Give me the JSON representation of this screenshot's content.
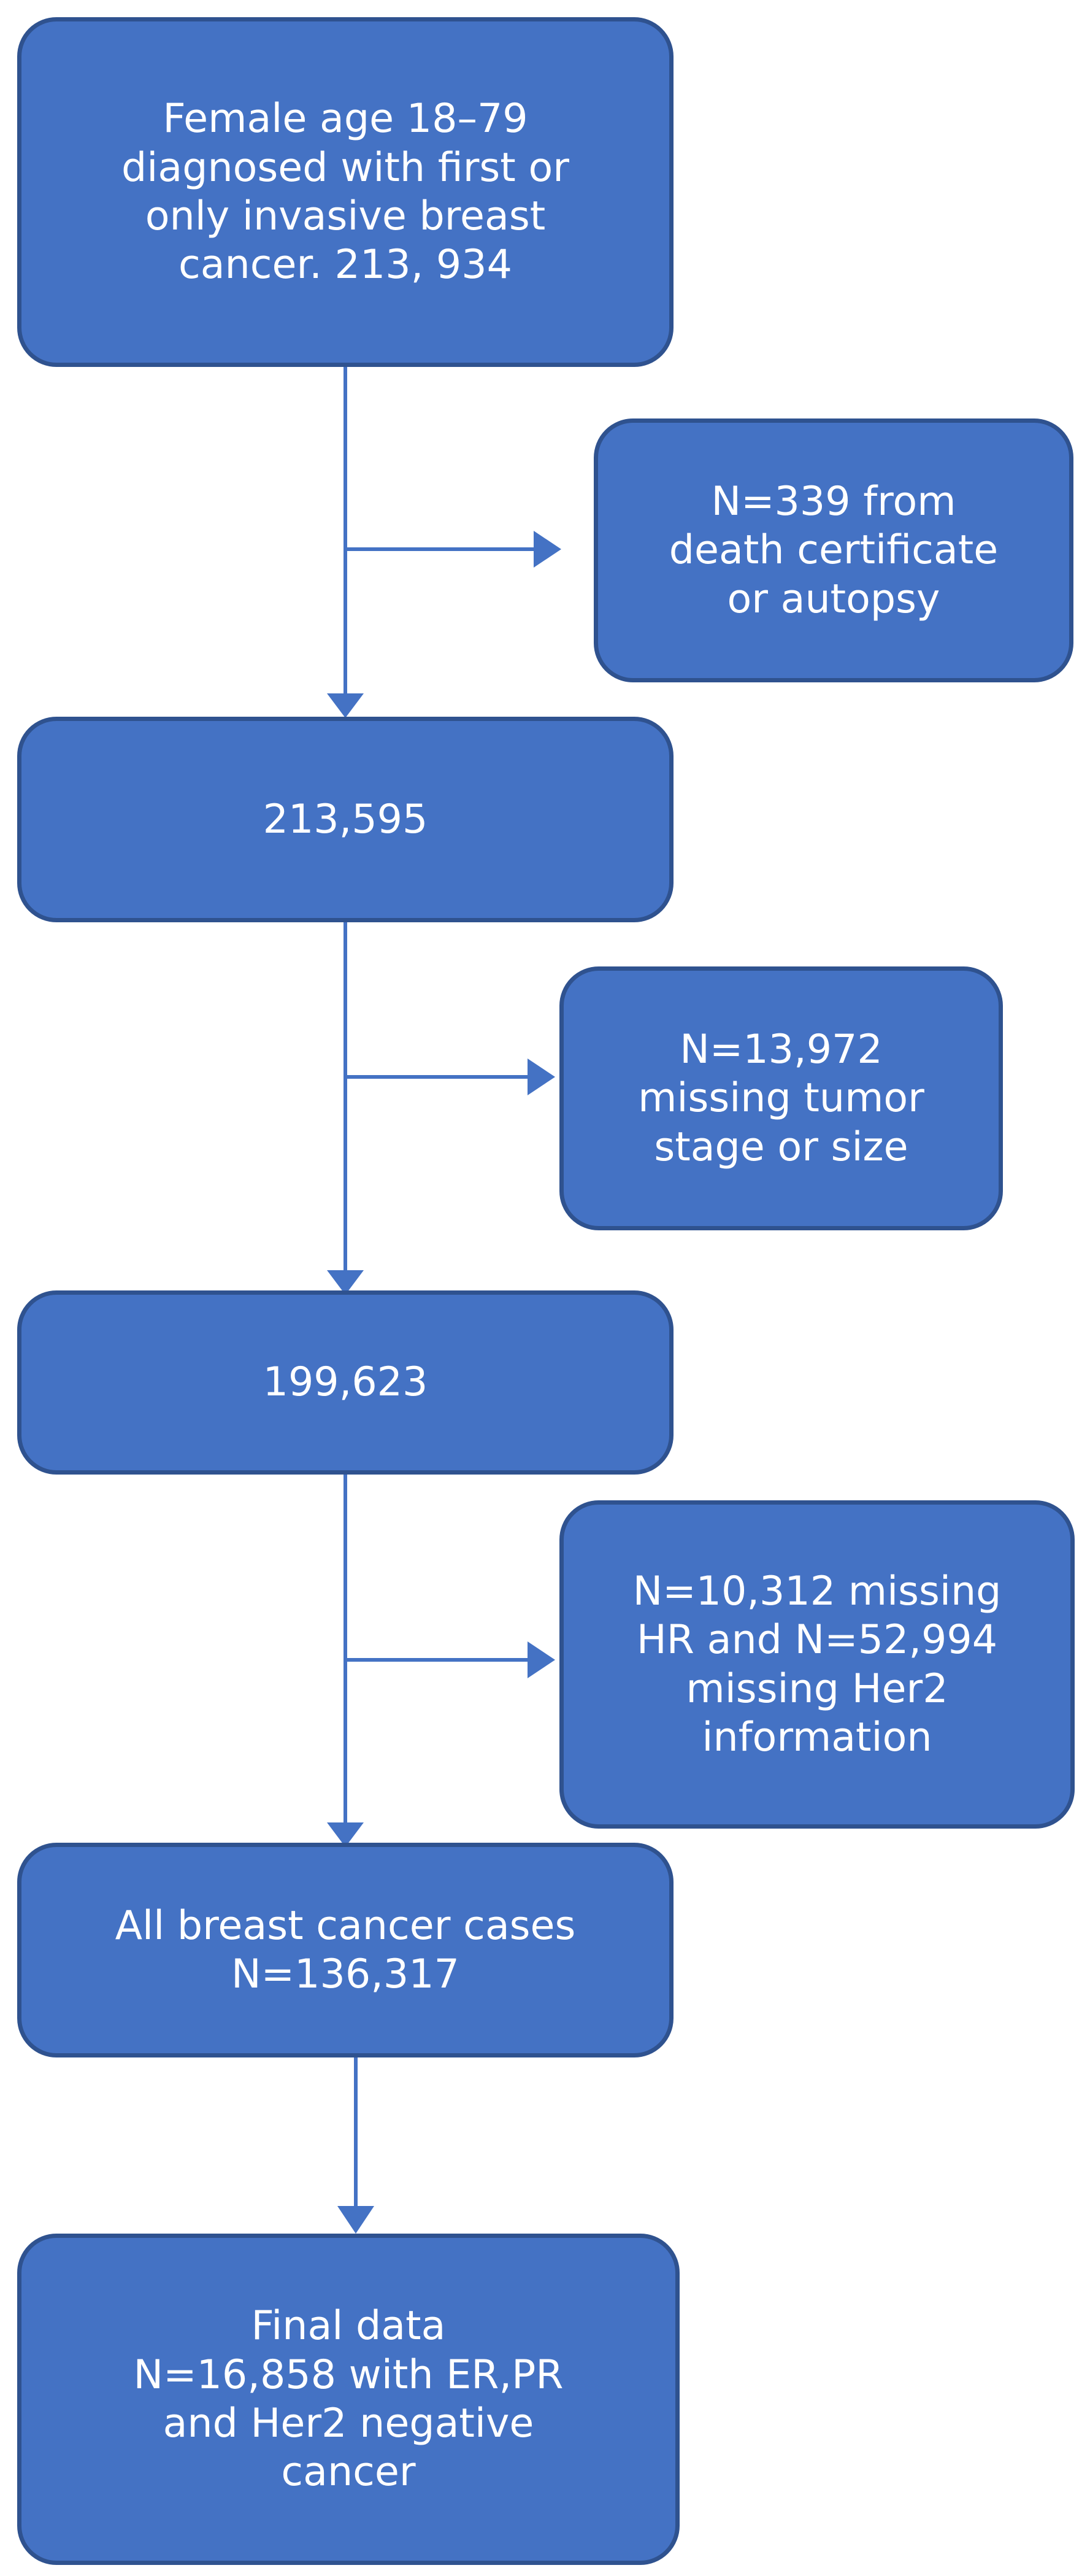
{
  "colors": {
    "box_fill": "#4472c4",
    "box_border": "#2f528f",
    "arrow": "#4472c4",
    "text": "#ffffff"
  },
  "nodes": {
    "start": {
      "text": "Female age 18–79\ndiagnosed with first or\nonly invasive breast\ncancer. 213, 934"
    },
    "exclusion1": {
      "text": "N=339 from\ndeath certificate\nor autopsy"
    },
    "step1": {
      "text": "213,595"
    },
    "exclusion2": {
      "text": "N=13,972\nmissing tumor\nstage or size"
    },
    "step2": {
      "text": "199,623"
    },
    "exclusion3": {
      "text": "N=10,312 missing\nHR and N=52,994\nmissing Her2\ninformation"
    },
    "step3": {
      "text": "All breast cancer cases\nN=136,317"
    },
    "final": {
      "text": "Final data\nN=16,858 with ER,PR\nand Her2 negative\ncancer"
    }
  }
}
